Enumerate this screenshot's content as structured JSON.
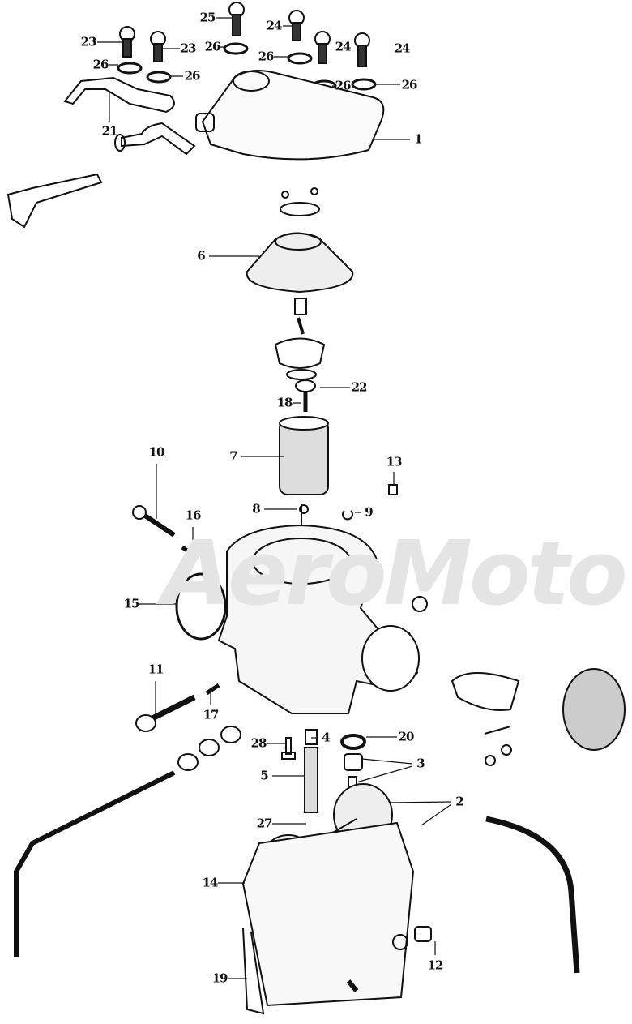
{
  "diagram": {
    "title": "Carburetor exploded parts diagram",
    "watermark": "AeroMoto",
    "callouts": [
      "25",
      "24",
      "23",
      "23",
      "26",
      "24",
      "24",
      "26",
      "26",
      "26",
      "26",
      "26",
      "21",
      "1",
      "6",
      "22",
      "18",
      "7",
      "10",
      "13",
      "16",
      "8",
      "9",
      "15",
      "11",
      "17",
      "4",
      "20",
      "28",
      "3",
      "5",
      "2",
      "27",
      "14",
      "12",
      "19"
    ]
  }
}
